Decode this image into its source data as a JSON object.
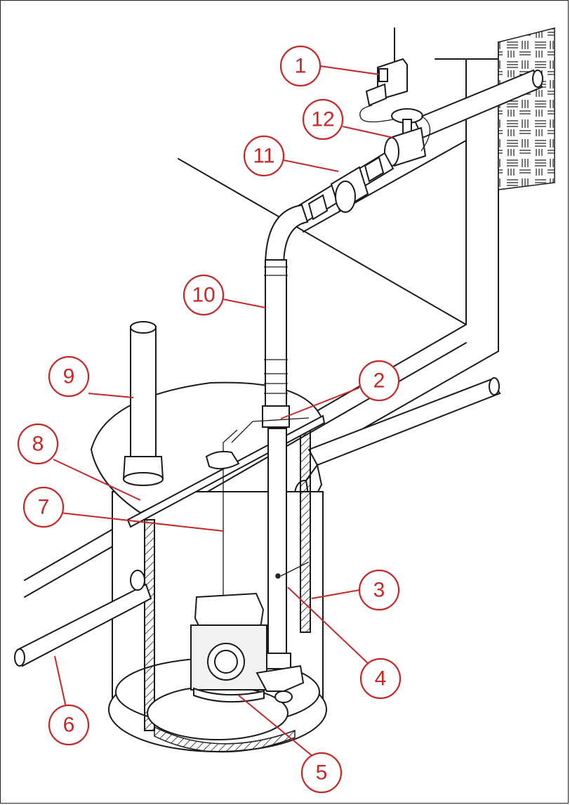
{
  "callouts": [
    {
      "id": "callout-1",
      "label": "1"
    },
    {
      "id": "callout-2",
      "label": "2"
    },
    {
      "id": "callout-3",
      "label": "3"
    },
    {
      "id": "callout-4",
      "label": "4"
    },
    {
      "id": "callout-5",
      "label": "5"
    },
    {
      "id": "callout-6",
      "label": "6"
    },
    {
      "id": "callout-7",
      "label": "7"
    },
    {
      "id": "callout-8",
      "label": "8"
    },
    {
      "id": "callout-9",
      "label": "9"
    },
    {
      "id": "callout-10",
      "label": "10"
    },
    {
      "id": "callout-11",
      "label": "11"
    },
    {
      "id": "callout-12",
      "label": "12"
    }
  ],
  "colors": {
    "callout": "#c62828",
    "line": "#1a1a1a",
    "background": "#ffffff"
  }
}
